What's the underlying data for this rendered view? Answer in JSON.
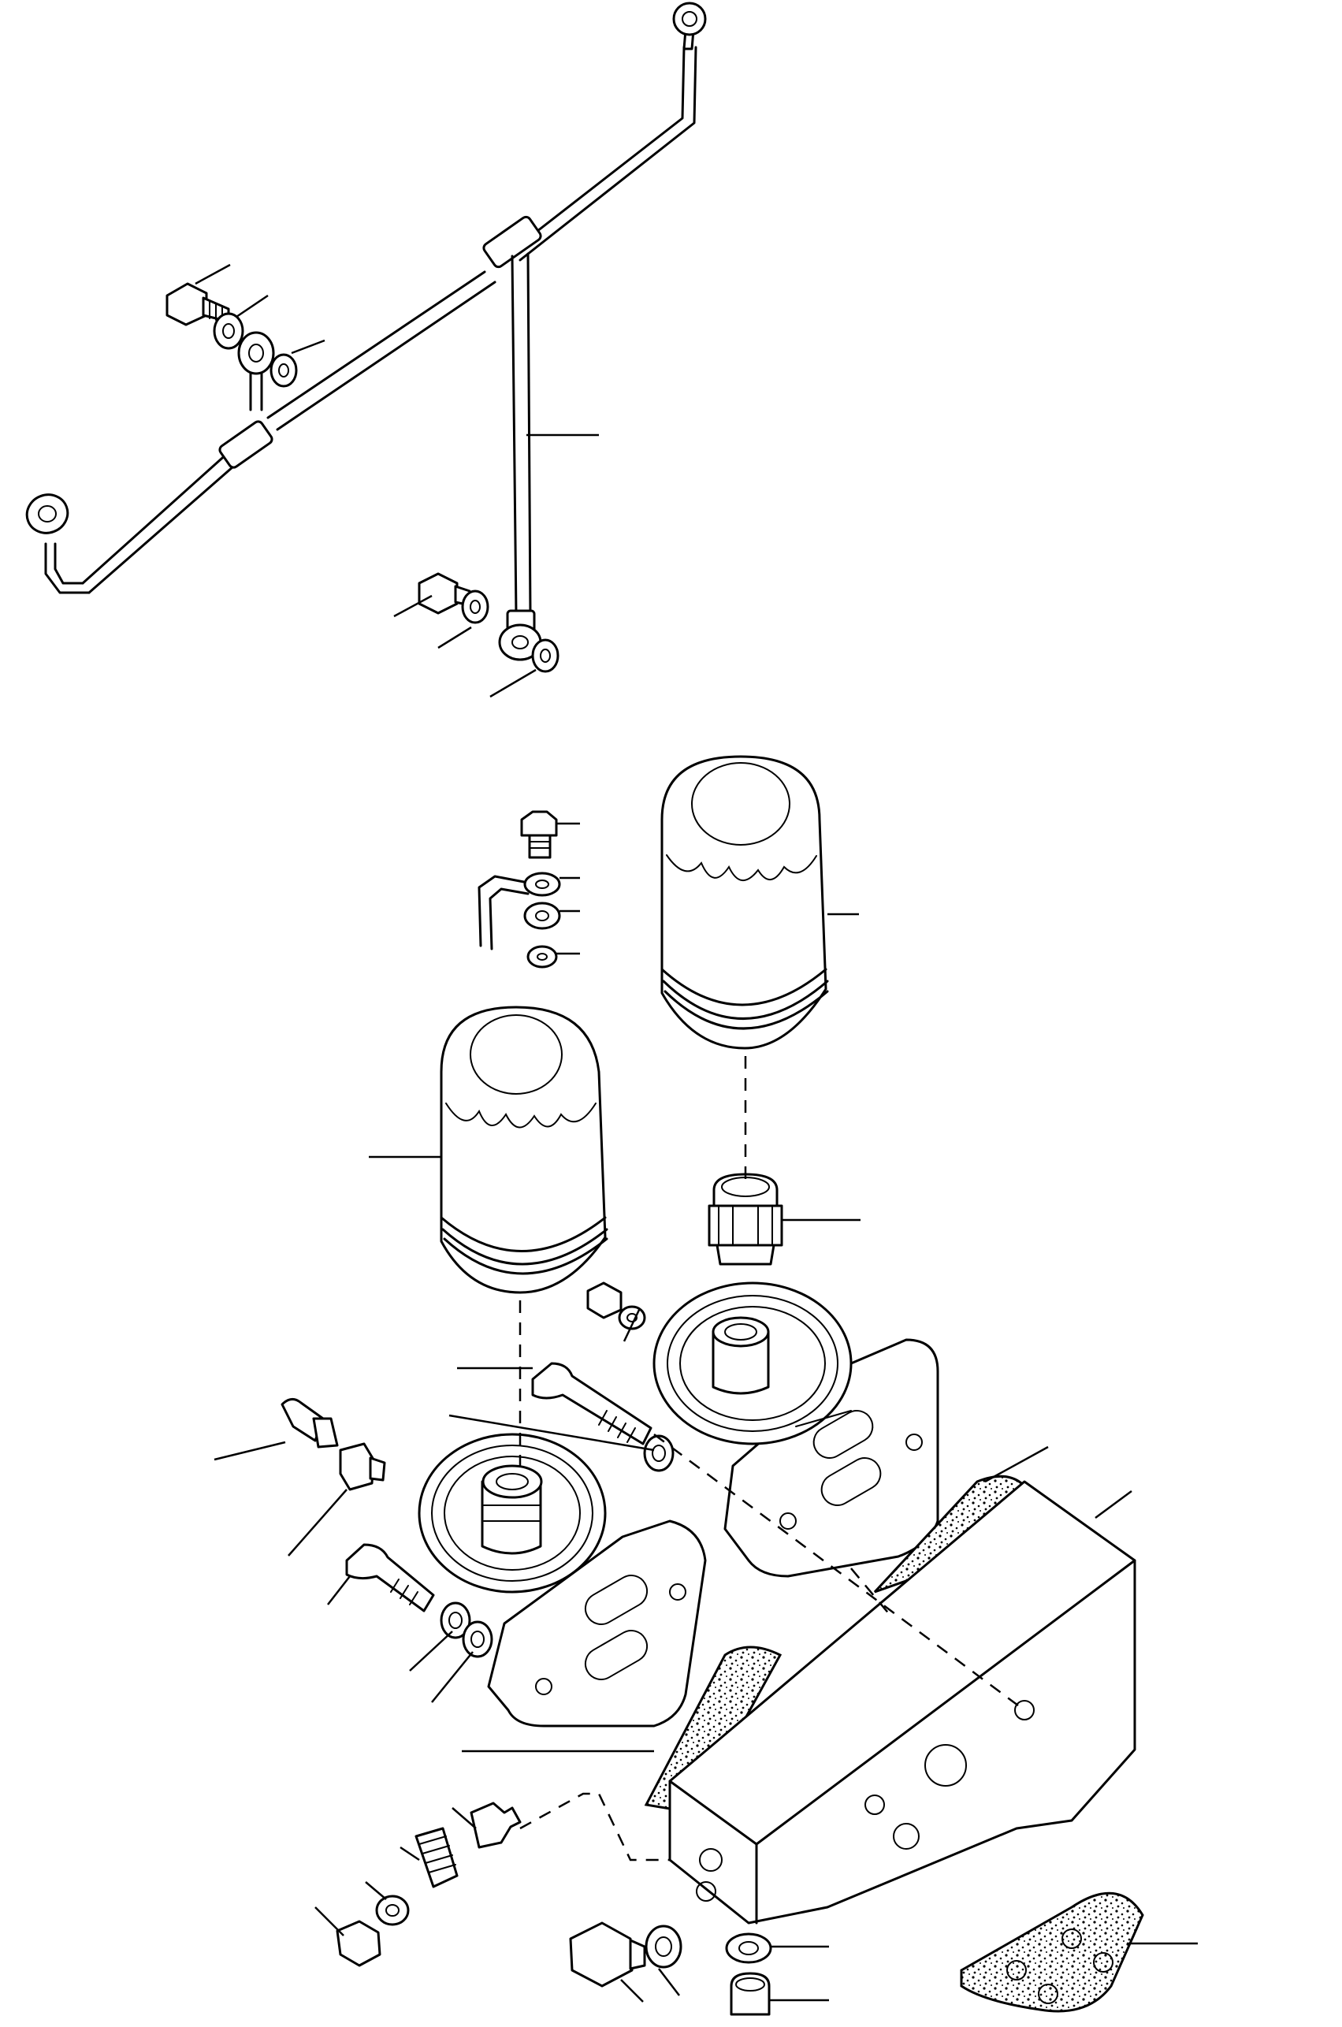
{
  "diagram": {
    "type": "exploded-parts-view",
    "labels": [],
    "parts": [
      "oil-pipe-assembly",
      "pipe-branch",
      "banjo-bolt",
      "sealing-washer",
      "oil-filter-cartridge",
      "filter-head",
      "filter-adapter-nipple",
      "mounting-bolt",
      "oil-pressure-switch",
      "adapter-fitting",
      "filter-bracket",
      "gasket",
      "relief-valve-plunger",
      "relief-valve-spring",
      "drain-plug",
      "plug"
    ],
    "colors": {
      "line": "#000000",
      "background": "#ffffff"
    }
  }
}
